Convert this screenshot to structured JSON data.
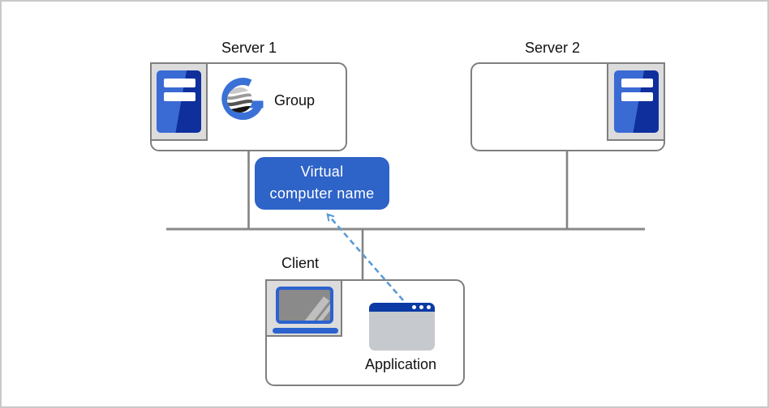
{
  "diagram": {
    "nodes": {
      "server1": {
        "label": "Server 1",
        "icon": "server-icon",
        "group_resource": {
          "icon": "group-logo-icon",
          "label": "Group"
        }
      },
      "server2": {
        "label": "Server 2",
        "icon": "server-icon"
      },
      "client": {
        "label": "Client",
        "icon": "laptop-icon",
        "application": {
          "icon": "app-window-icon",
          "label": "Application"
        }
      },
      "virtual_computer_name": {
        "line1": "Virtual",
        "line2": "computer name"
      }
    },
    "edges": [
      {
        "type": "network-bus",
        "style": "solid-gray"
      },
      {
        "from": "server1",
        "to": "network-bus",
        "style": "solid-gray"
      },
      {
        "from": "server2",
        "to": "network-bus",
        "style": "solid-gray"
      },
      {
        "from": "client",
        "to": "network-bus",
        "style": "solid-gray"
      },
      {
        "from": "application",
        "to": "virtual_computer_name",
        "style": "dashed-blue-arrow"
      }
    ],
    "colors": {
      "accent_blue": "#2E63C7",
      "dark_navy_blue": "#0B3AA5",
      "server_icon_blue_light": "#3A6AD3",
      "server_icon_blue_dark": "#0F2F9C",
      "arrow_blue": "#5B9BD5",
      "line_gray": "#848484",
      "box_border_gray": "#7F7F7F",
      "icon_frame_gray": "#DCDCDC",
      "page_border_gray": "#C9C9C9"
    }
  }
}
